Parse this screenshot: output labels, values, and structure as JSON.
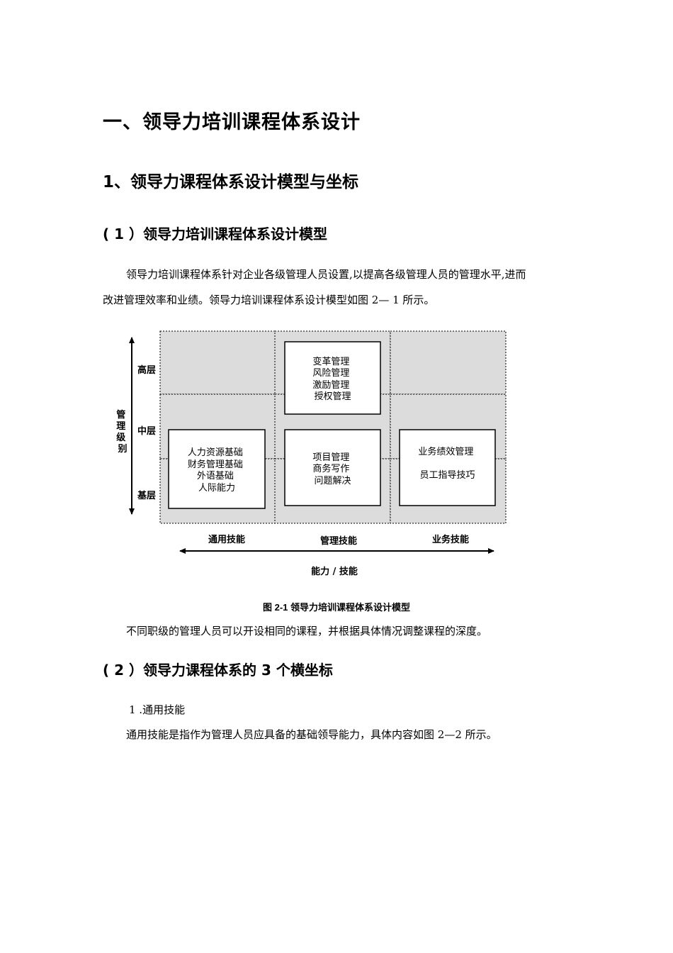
{
  "heading1": "一、领导力培训课程体系设计",
  "heading2": "1、领导力课程体系设计模型与坐标",
  "section1": {
    "title": "( 1 ）领导力培训课程体系设计模型",
    "para_line1": "领导力培训课程体系针对企业各级管理人员设置,以提高各级管理人员的管理水平,进而",
    "para_line2": "改进管理效率和业绩。领导力培训课程体系设计模型如图 2— 1 所示。"
  },
  "diagram": {
    "y_axis_title": [
      "管",
      "理",
      "级",
      "别"
    ],
    "y_levels": {
      "high": "高层",
      "mid": "中层",
      "base": "基层"
    },
    "x_categories": {
      "general": "通用技能",
      "management": "管理技能",
      "business": "业务技能"
    },
    "x_axis_title": "能力 / 技能",
    "boxes": {
      "general_base": [
        "人力资源基础",
        "财务管理基础",
        "外语基础",
        "人际能力"
      ],
      "management_high": [
        "变革管理",
        "风险管理",
        "激励管理",
        "授权管理"
      ],
      "management_base": [
        "项目管理",
        "商务写作",
        "问题解决"
      ],
      "business_base": [
        "业务绩效管理",
        "员工指导技巧"
      ]
    },
    "colors": {
      "cell_fill": "#dcdcdc",
      "box_fill": "#ffffff",
      "stroke": "#000000"
    }
  },
  "caption": "图 2-1     领导力培训课程体系设计模型",
  "para_after_figure": "不同职级的管理人员可以开设相同的课程，并根据具体情况调整课程的深度。",
  "section2": {
    "title": "( 2 ）领导力课程体系的 3 个横坐标",
    "item1": "1 .通用技能",
    "item1_text": "通用技能是指作为管理人员应具备的基础领导能力，具体内容如图 2—2 所示。"
  }
}
